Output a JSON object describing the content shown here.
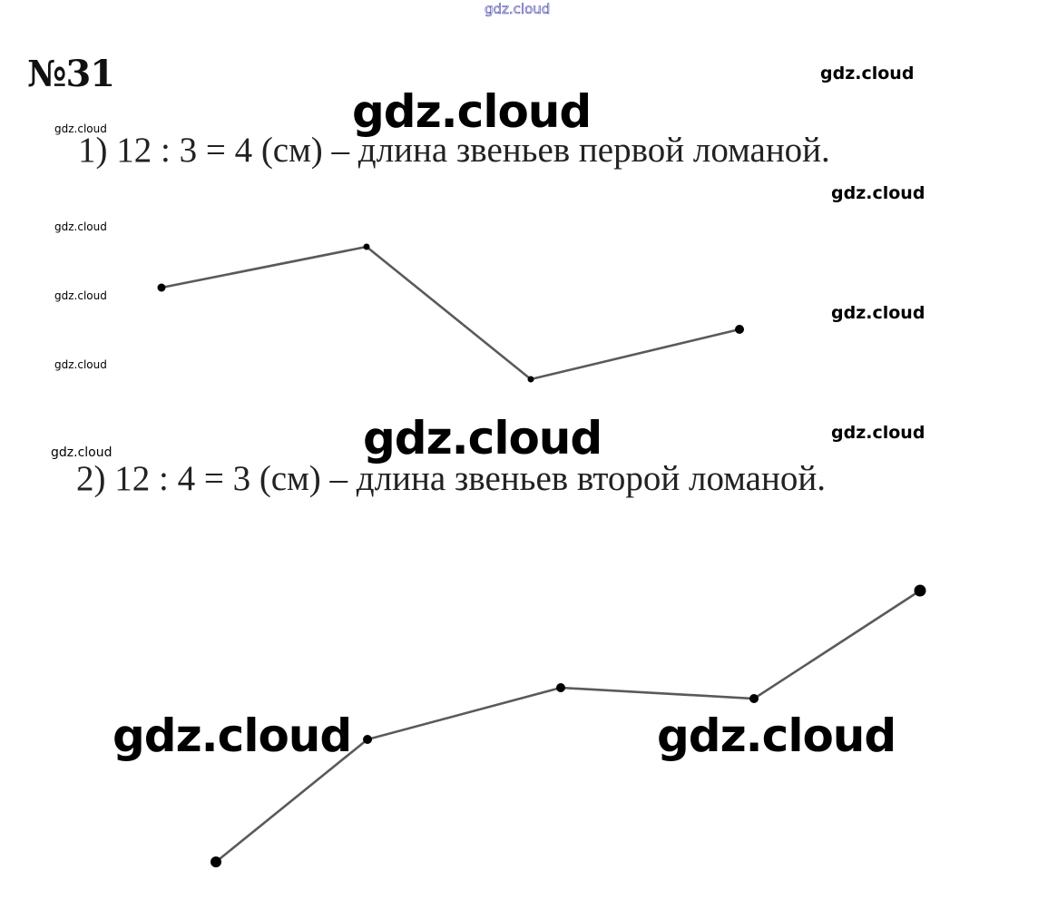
{
  "watermark": {
    "text": "gdz.cloud"
  },
  "task": {
    "number": "№31"
  },
  "steps": [
    {
      "text": "1)  12 : 3 = 4 (см) – длина звеньев первой ломаной."
    },
    {
      "text": "2)  12 : 4 = 3 (см) – длина звеньев второй ломаной."
    }
  ],
  "figures": {
    "line_color": "#5a5a5a",
    "point_color": "#000000"
  }
}
